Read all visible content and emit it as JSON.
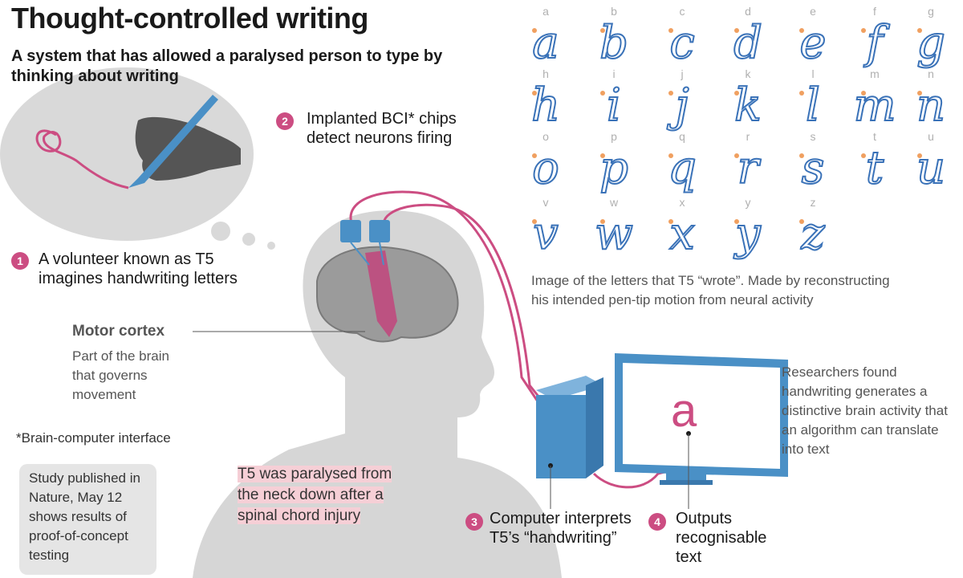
{
  "title": "Thought-controlled writing",
  "subtitle": "A system that has allowed a paralysed person to type by thinking about writing",
  "steps": {
    "s1": {
      "num": "1",
      "text": "A volunteer known as T5 imagines handwriting letters"
    },
    "s2": {
      "num": "2",
      "text": "Implanted BCI* chips detect neurons firing"
    },
    "s3": {
      "num": "3",
      "text": "Computer interprets T5’s “handwriting”"
    },
    "s4": {
      "num": "4",
      "text": "Outputs recognisable text"
    }
  },
  "motor_cortex": {
    "title": "Motor cortex",
    "desc": "Part of the brain that governs movement"
  },
  "footnote": "*Brain-computer interface",
  "study": "Study published in Nature, May 12 shows results of proof-of-concept testing",
  "paralysed": "T5 was paralysed from the neck down after a  spinal chord injury",
  "letters_caption": "Image of the letters that T5 “wrote”.  Made by reconstructing his intended pen-tip motion from neural activity",
  "researchers": "Researchers found handwriting generates a distinctive brain activity that  an algorithm can translate into text",
  "screen_letter": "a",
  "letters": [
    "a",
    "b",
    "c",
    "d",
    "e",
    "f",
    "g",
    "h",
    "i",
    "j",
    "k",
    "l",
    "m",
    "n",
    "o",
    "p",
    "q",
    "r",
    "s",
    "t",
    "u",
    "v",
    "w",
    "x",
    "y",
    "z"
  ],
  "colors": {
    "accent": "#cc4d82",
    "device": "#4a90c6",
    "ink": "#3a72b8",
    "gray": "#d6d6d6"
  }
}
